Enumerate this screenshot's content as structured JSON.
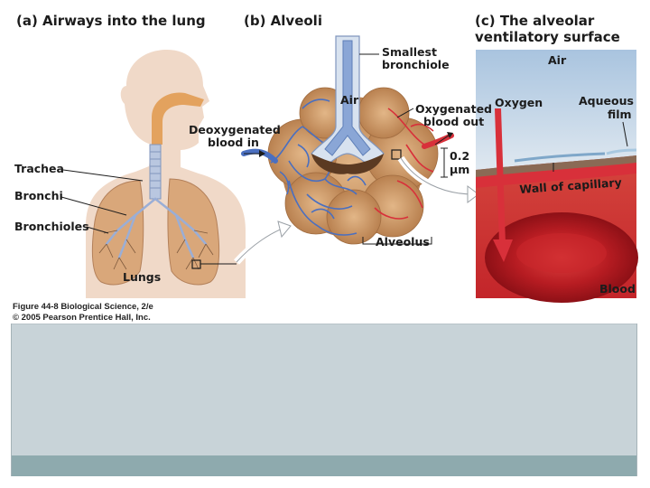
{
  "panels": {
    "a": {
      "title": "(a) Airways into the lung",
      "labels": {
        "trachea": "Trachea",
        "bronchi": "Bronchi",
        "bronchioles": "Bronchioles",
        "lungs": "Lungs"
      }
    },
    "b": {
      "title": "(b) Alveoli",
      "labels": {
        "smallest_bronchiole_1": "Smallest",
        "smallest_bronchiole_2": "bronchiole",
        "air": "Air",
        "deoxygenated_1": "Deoxygenated",
        "deoxygenated_2": "blood in",
        "oxygenated_1": "Oxygenated",
        "oxygenated_2": "blood out",
        "scale_1": "0.2",
        "scale_2": "μm",
        "alveolus": "Alveolus"
      }
    },
    "c": {
      "title_1": "(c) The alveolar",
      "title_2": "ventilatory surface",
      "labels": {
        "air": "Air",
        "oxygen": "Oxygen",
        "aqueous_1": "Aqueous",
        "aqueous_2": "film",
        "wall": "Wall of capillary",
        "blood": "Blood"
      }
    }
  },
  "caption": {
    "line1": "Figure 44-8  Biological Science, 2/e",
    "line2": "© 2005 Pearson Prentice Hall, Inc."
  },
  "colors": {
    "skin": "#f0d9c8",
    "lung": "#d9a77a",
    "airway": "#b9c7e0",
    "vein": "#4a6fc0",
    "artery": "#d8303a",
    "sky": "#a9c4df",
    "blood": "#c81f28",
    "notes_panel": "#c8d3d8",
    "notes_bar": "#8eaaae"
  }
}
